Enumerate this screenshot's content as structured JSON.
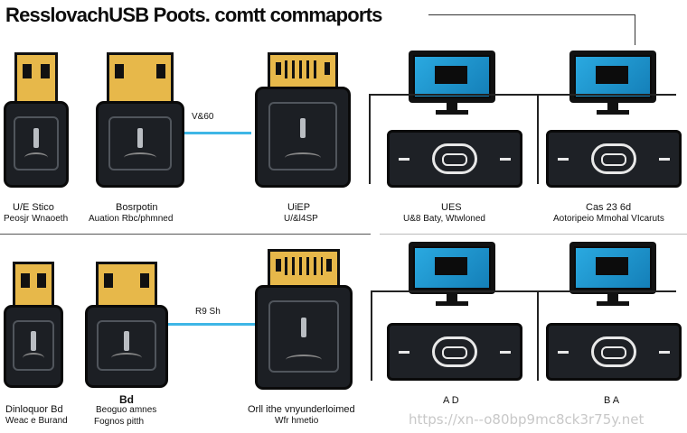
{
  "title": "ResslovachUSB Poots. comtt commaports",
  "top_row": {
    "mid_label": "V&60",
    "captions": [
      {
        "line1": "U/E Stico",
        "line2": "Peosjr Wnaoeth"
      },
      {
        "line1": "Bosrpotin",
        "line2": "Auation Rbc/phmned"
      },
      {
        "line1": "UiEP",
        "line2": "U/&l4SP"
      },
      {
        "line1": "UES",
        "line2": "U&8 Baty, Wtwloned"
      },
      {
        "line1": "Cas 23 6d",
        "line2": "Aotoripeio Mmohal VIcaruts"
      }
    ]
  },
  "bottom_row": {
    "mid_label": "R9 Sh",
    "captions": [
      {
        "line1": "Dinloquor Bd",
        "line2": "Weac e Burand"
      },
      {
        "line1": "Bd",
        "line2": "Beoguo amnes"
      },
      {
        "line1": "Orll ithe vnyunderloimed",
        "line2": "Wfr hmetio"
      },
      {
        "line1": "A D",
        "line2": ""
      },
      {
        "line1": "B A",
        "line2": ""
      }
    ],
    "extra_caption": "Fognos pitth"
  },
  "watermark": "https://xn--o80bp9mc8ck3r75y.net",
  "colors": {
    "usb_gold": "#e7b84a",
    "body_dark": "#1c1f24",
    "screen_blue": "#2aa9e0",
    "cyan_link": "#3fb6e6"
  },
  "icons": [
    "usb-stick-icon",
    "monitor-icon",
    "usb-hub-icon"
  ]
}
